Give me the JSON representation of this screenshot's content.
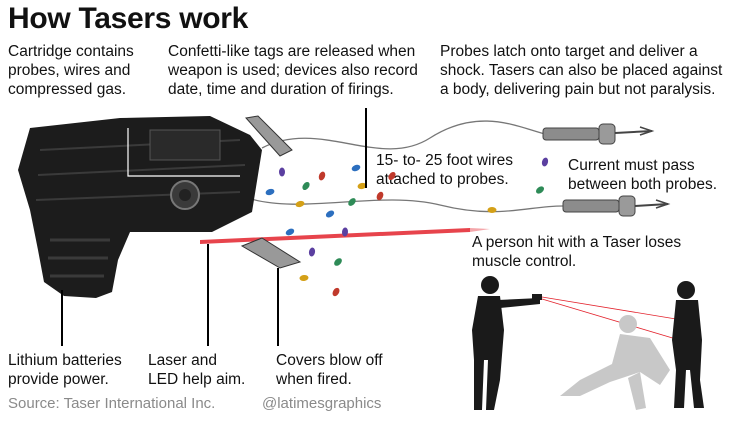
{
  "title": "How Tasers work",
  "labels": {
    "cartridge": "Cartridge contains\nprobes, wires and\ncompressed gas.",
    "confetti": "Confetti-like tags are released when\nweapon is used; devices also record\ndate, time and duration of firings.",
    "probes": "Probes latch onto target and deliver a\nshock. Tasers can also be placed against\na body, delivering pain but not paralysis.",
    "wires": "15- to- 25 foot wires\nattached to probes.",
    "current": "Current must pass\nbetween both probes.",
    "person": "A person hit with a Taser loses\nmuscle control.",
    "batteries": "Lithium batteries\nprovide power.",
    "laser": "Laser and\nLED help aim.",
    "covers": "Covers blow off\nwhen fired."
  },
  "footer": {
    "source": "Source: Taser International Inc.",
    "credit": "@latimesgraphics"
  },
  "colors": {
    "laser": "#e3232d",
    "body": "#1a1a1a",
    "confetti": [
      "#5b3fa0",
      "#2e8b57",
      "#d4a017",
      "#c0392b",
      "#2c6fbf"
    ]
  }
}
